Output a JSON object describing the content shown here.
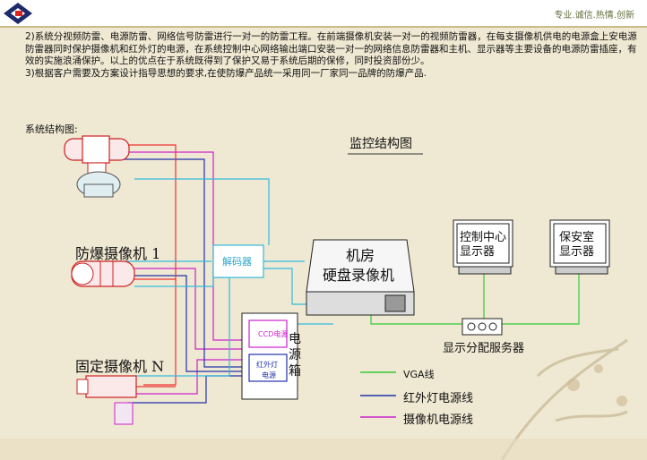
{
  "header": {
    "tagline": "专业.诚信.热情.创新"
  },
  "intro": {
    "line1": "2)系统分视频防雷、电源防雷、网络信号防雷进行一对一的防雷工程。在前端摄像机安装一对一的视频防雷器，在每支摄像机供电的电源盒上安电源防雷器同时保护摄像机和红外灯的电源，在系统控制中心网络输出端口安装一对一的网络信息防雷器和主机、显示器等主要设备的电源防雷插座，有效的实施浪涌保护。以上的优点在于系统既得到了保护又易于系统后期的保修，同时投资部份少。",
    "line2": "3)根据客户需要及方案设计指导思想的要求,在使防爆产品统一采用同一厂家同一品牌的防爆产品."
  },
  "diagram": {
    "structure_label": "系统结构图:",
    "title": "监控结构图",
    "camera1": "防爆摄像机 1",
    "cameraN": "固定摄像机 N",
    "decoder": "解码器",
    "dvr_line1": "机房",
    "dvr_line2": "硬盘录像机",
    "monitor1_line1": "控制中心",
    "monitor1_line2": "显示器",
    "monitor2_line1": "保安室",
    "monitor2_line2": "显示器",
    "distributor": "显示分配服务器",
    "psu_label": [
      "电",
      "源",
      "箱"
    ],
    "ccd_power": "CCD电源",
    "ir_power_1": "红外灯",
    "ir_power_2": "电源"
  },
  "legend": {
    "items": [
      {
        "label": "VGA线",
        "color": "#33cc33"
      },
      {
        "label": "红外灯电源线",
        "color": "#2233aa"
      },
      {
        "label": "摄像机电源线",
        "color": "#cc22cc"
      }
    ]
  },
  "colors": {
    "vga": "#33cc33",
    "ir_power": "#2233aa",
    "camera_power": "#cc22cc",
    "video": "#ee3333",
    "control": "#33bbdd"
  }
}
